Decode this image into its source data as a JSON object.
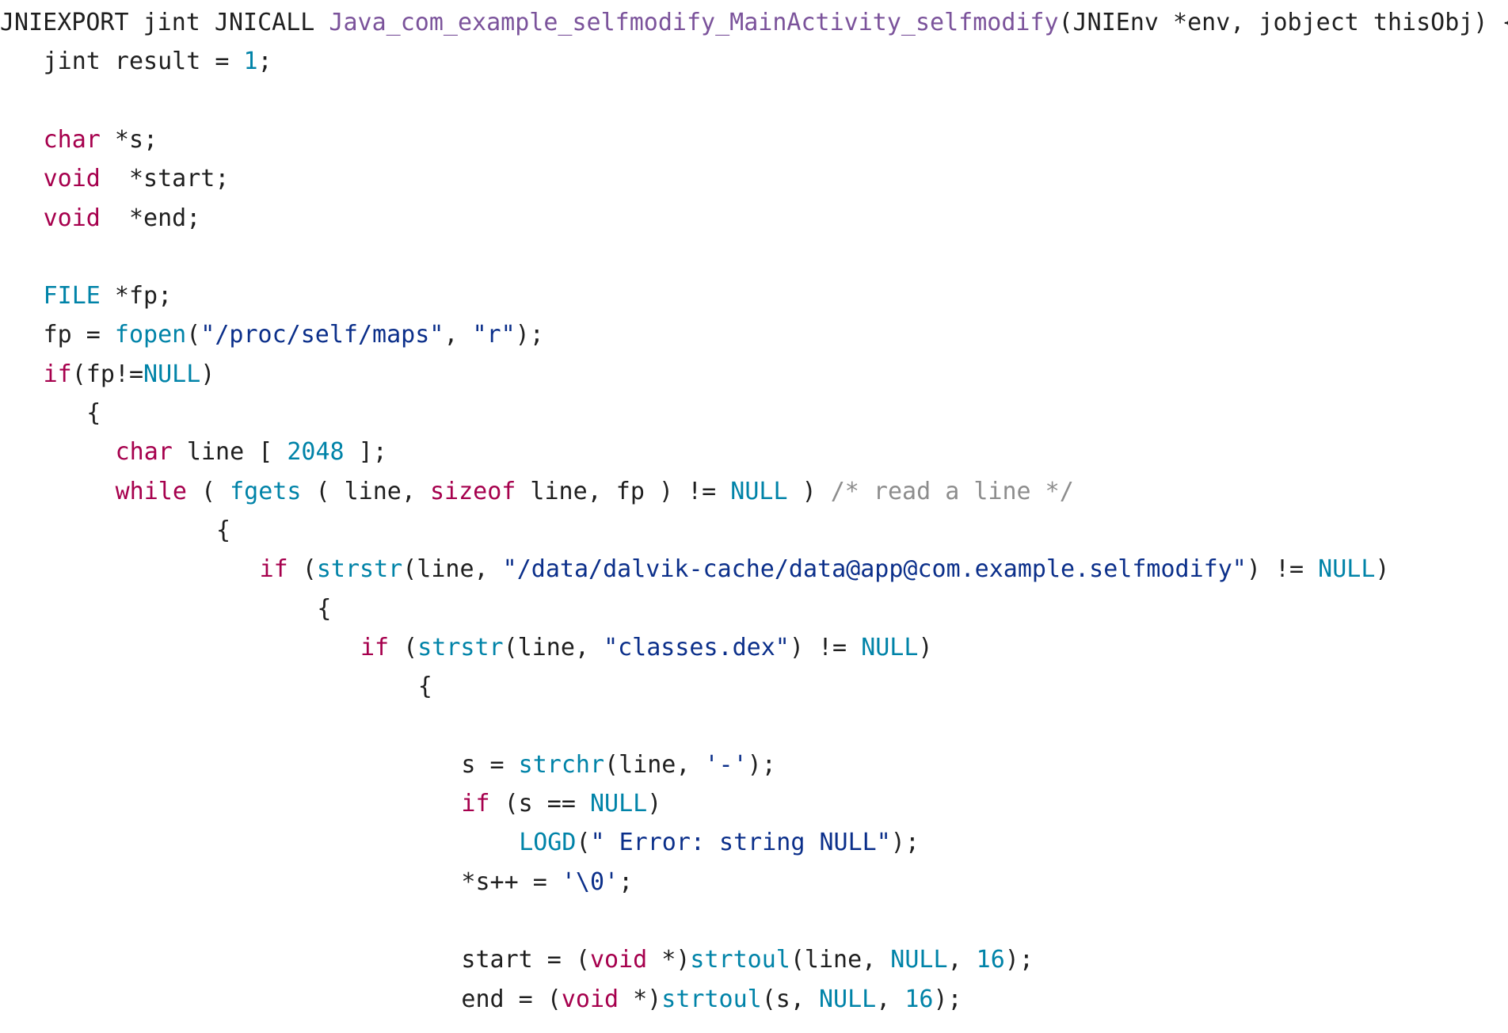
{
  "colors": {
    "background": "#ffffff",
    "plain": "#1f1f1f",
    "keyword": "#a6004d",
    "func": "#0083a8",
    "number": "#0083a8",
    "const": "#0083a8",
    "string": "#0b2f8a",
    "comment": "#8d8d8d",
    "fname": "#7b539b"
  },
  "code": {
    "lines": [
      {
        "indent": 0,
        "tokens": [
          {
            "t": "plain",
            "v": "JNIEXPORT jint JNICALL "
          },
          {
            "t": "fname",
            "v": "Java_com_example_selfmodify_MainActivity_selfmodify"
          },
          {
            "t": "plain",
            "v": "(JNIEnv *env, jobject thisObj) {"
          }
        ]
      },
      {
        "indent": 3,
        "tokens": [
          {
            "t": "plain",
            "v": "jint result = "
          },
          {
            "t": "number",
            "v": "1"
          },
          {
            "t": "plain",
            "v": ";"
          }
        ]
      },
      {
        "indent": 0,
        "tokens": []
      },
      {
        "indent": 3,
        "tokens": [
          {
            "t": "keyword",
            "v": "char"
          },
          {
            "t": "plain",
            "v": " *s;"
          }
        ]
      },
      {
        "indent": 3,
        "tokens": [
          {
            "t": "keyword",
            "v": "void"
          },
          {
            "t": "plain",
            "v": "  *start;"
          }
        ]
      },
      {
        "indent": 3,
        "tokens": [
          {
            "t": "keyword",
            "v": "void"
          },
          {
            "t": "plain",
            "v": "  *end;"
          }
        ]
      },
      {
        "indent": 0,
        "tokens": []
      },
      {
        "indent": 3,
        "tokens": [
          {
            "t": "const",
            "v": "FILE"
          },
          {
            "t": "plain",
            "v": " *fp;"
          }
        ]
      },
      {
        "indent": 3,
        "tokens": [
          {
            "t": "plain",
            "v": "fp = "
          },
          {
            "t": "func",
            "v": "fopen"
          },
          {
            "t": "plain",
            "v": "("
          },
          {
            "t": "string",
            "v": "\"/proc/self/maps\""
          },
          {
            "t": "plain",
            "v": ", "
          },
          {
            "t": "string",
            "v": "\"r\""
          },
          {
            "t": "plain",
            "v": ");"
          }
        ]
      },
      {
        "indent": 3,
        "tokens": [
          {
            "t": "keyword",
            "v": "if"
          },
          {
            "t": "plain",
            "v": "(fp!="
          },
          {
            "t": "const",
            "v": "NULL"
          },
          {
            "t": "plain",
            "v": ")"
          }
        ]
      },
      {
        "indent": 6,
        "tokens": [
          {
            "t": "plain",
            "v": "{"
          }
        ]
      },
      {
        "indent": 8,
        "tokens": [
          {
            "t": "keyword",
            "v": "char"
          },
          {
            "t": "plain",
            "v": " line [ "
          },
          {
            "t": "number",
            "v": "2048"
          },
          {
            "t": "plain",
            "v": " ];"
          }
        ]
      },
      {
        "indent": 8,
        "tokens": [
          {
            "t": "keyword",
            "v": "while"
          },
          {
            "t": "plain",
            "v": " ( "
          },
          {
            "t": "func",
            "v": "fgets"
          },
          {
            "t": "plain",
            "v": " ( line, "
          },
          {
            "t": "keyword",
            "v": "sizeof"
          },
          {
            "t": "plain",
            "v": " line, fp ) != "
          },
          {
            "t": "const",
            "v": "NULL"
          },
          {
            "t": "plain",
            "v": " ) "
          },
          {
            "t": "comment",
            "v": "/* read a line */"
          }
        ]
      },
      {
        "indent": 15,
        "tokens": [
          {
            "t": "plain",
            "v": "{"
          }
        ]
      },
      {
        "indent": 18,
        "tokens": [
          {
            "t": "keyword",
            "v": "if"
          },
          {
            "t": "plain",
            "v": " ("
          },
          {
            "t": "func",
            "v": "strstr"
          },
          {
            "t": "plain",
            "v": "(line, "
          },
          {
            "t": "string",
            "v": "\"/data/dalvik-cache/data@app@com.example.selfmodify\""
          },
          {
            "t": "plain",
            "v": ") != "
          },
          {
            "t": "const",
            "v": "NULL"
          },
          {
            "t": "plain",
            "v": ")"
          }
        ]
      },
      {
        "indent": 22,
        "tokens": [
          {
            "t": "plain",
            "v": "{"
          }
        ]
      },
      {
        "indent": 25,
        "tokens": [
          {
            "t": "keyword",
            "v": "if"
          },
          {
            "t": "plain",
            "v": " ("
          },
          {
            "t": "func",
            "v": "strstr"
          },
          {
            "t": "plain",
            "v": "(line, "
          },
          {
            "t": "string",
            "v": "\"classes.dex\""
          },
          {
            "t": "plain",
            "v": ") != "
          },
          {
            "t": "const",
            "v": "NULL"
          },
          {
            "t": "plain",
            "v": ")"
          }
        ]
      },
      {
        "indent": 29,
        "tokens": [
          {
            "t": "plain",
            "v": "{"
          }
        ]
      },
      {
        "indent": 0,
        "tokens": []
      },
      {
        "indent": 32,
        "tokens": [
          {
            "t": "plain",
            "v": "s = "
          },
          {
            "t": "func",
            "v": "strchr"
          },
          {
            "t": "plain",
            "v": "(line, "
          },
          {
            "t": "string",
            "v": "'-'"
          },
          {
            "t": "plain",
            "v": ");"
          }
        ]
      },
      {
        "indent": 32,
        "tokens": [
          {
            "t": "keyword",
            "v": "if"
          },
          {
            "t": "plain",
            "v": " (s == "
          },
          {
            "t": "const",
            "v": "NULL"
          },
          {
            "t": "plain",
            "v": ")"
          }
        ]
      },
      {
        "indent": 36,
        "tokens": [
          {
            "t": "func",
            "v": "LOGD"
          },
          {
            "t": "plain",
            "v": "("
          },
          {
            "t": "string",
            "v": "\" Error: string NULL\""
          },
          {
            "t": "plain",
            "v": ");"
          }
        ]
      },
      {
        "indent": 32,
        "tokens": [
          {
            "t": "plain",
            "v": "*s++ = "
          },
          {
            "t": "string",
            "v": "'\\0'"
          },
          {
            "t": "plain",
            "v": ";"
          }
        ]
      },
      {
        "indent": 0,
        "tokens": []
      },
      {
        "indent": 32,
        "tokens": [
          {
            "t": "plain",
            "v": "start = ("
          },
          {
            "t": "keyword",
            "v": "void"
          },
          {
            "t": "plain",
            "v": " *)"
          },
          {
            "t": "func",
            "v": "strtoul"
          },
          {
            "t": "plain",
            "v": "(line, "
          },
          {
            "t": "const",
            "v": "NULL"
          },
          {
            "t": "plain",
            "v": ", "
          },
          {
            "t": "number",
            "v": "16"
          },
          {
            "t": "plain",
            "v": ");"
          }
        ]
      },
      {
        "indent": 32,
        "tokens": [
          {
            "t": "plain",
            "v": "end = ("
          },
          {
            "t": "keyword",
            "v": "void"
          },
          {
            "t": "plain",
            "v": " *)"
          },
          {
            "t": "func",
            "v": "strtoul"
          },
          {
            "t": "plain",
            "v": "(s, "
          },
          {
            "t": "const",
            "v": "NULL"
          },
          {
            "t": "plain",
            "v": ", "
          },
          {
            "t": "number",
            "v": "16"
          },
          {
            "t": "plain",
            "v": ");"
          }
        ]
      }
    ]
  }
}
